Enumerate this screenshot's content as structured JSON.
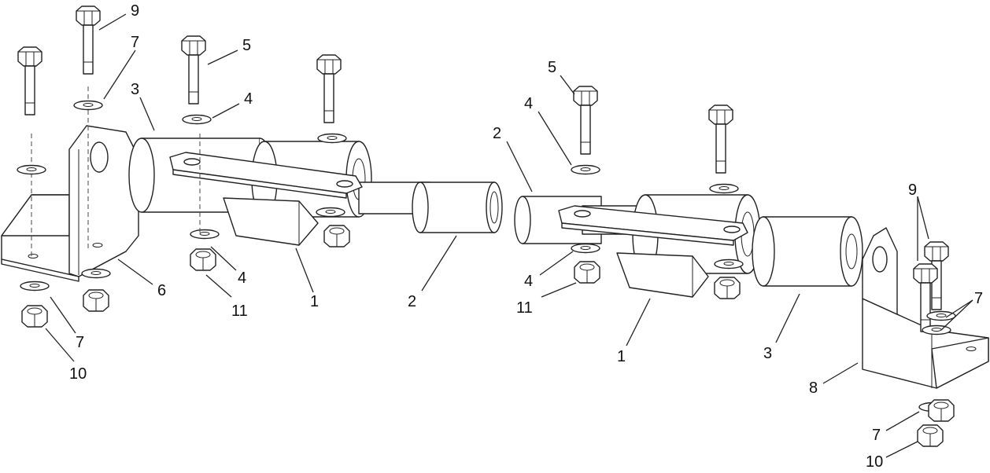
{
  "callouts": {
    "c9a": "9",
    "c7a": "7",
    "c3a": "3",
    "c5a": "5",
    "c4a": "4",
    "c6": "6",
    "c4b": "4",
    "c11a": "11",
    "c1a": "1",
    "c2a": "2",
    "c7b": "7",
    "c10a": "10",
    "c2b": "2",
    "c5b": "5",
    "c4c": "4",
    "c4d": "4",
    "c11b": "11",
    "c1b": "1",
    "c3b": "3",
    "c9b": "9",
    "c7c": "7",
    "c8": "8",
    "c7d": "7",
    "c10b": "10"
  }
}
